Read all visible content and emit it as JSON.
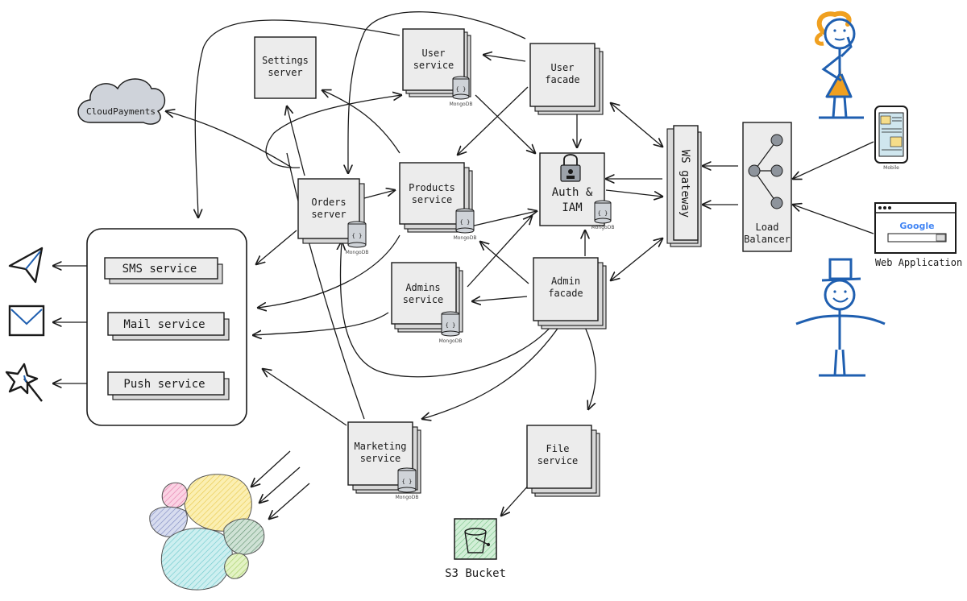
{
  "services": {
    "settings": [
      "Settings",
      "server"
    ],
    "user": [
      "User",
      "service"
    ],
    "user_facade": [
      "User",
      "facade"
    ],
    "orders": [
      "Orders",
      "server"
    ],
    "products": [
      "Products",
      "service"
    ],
    "auth": [
      "Auth &",
      "IAM"
    ],
    "admins": [
      "Admins",
      "service"
    ],
    "admin_facade": [
      "Admin",
      "facade"
    ],
    "marketing": [
      "Marketing",
      "service"
    ],
    "file": [
      "File",
      "service"
    ],
    "load_balancer": [
      "Load",
      "Balancer"
    ]
  },
  "gateway": "WS gateway",
  "cloud": "CloudPayments",
  "notifications": {
    "sms": "SMS service",
    "mail": "Mail service",
    "push": "Push service"
  },
  "db_label": "MongoDB",
  "db_icon": "{ }",
  "s3": "S3 Bucket",
  "clients": {
    "mobile": "Mobile",
    "web": "Web Application",
    "browser_logo": "Google"
  },
  "colors": {
    "person": "#1f5fb0",
    "person_accent": "#f0a020",
    "s3_fill": "#9fd8a8"
  }
}
